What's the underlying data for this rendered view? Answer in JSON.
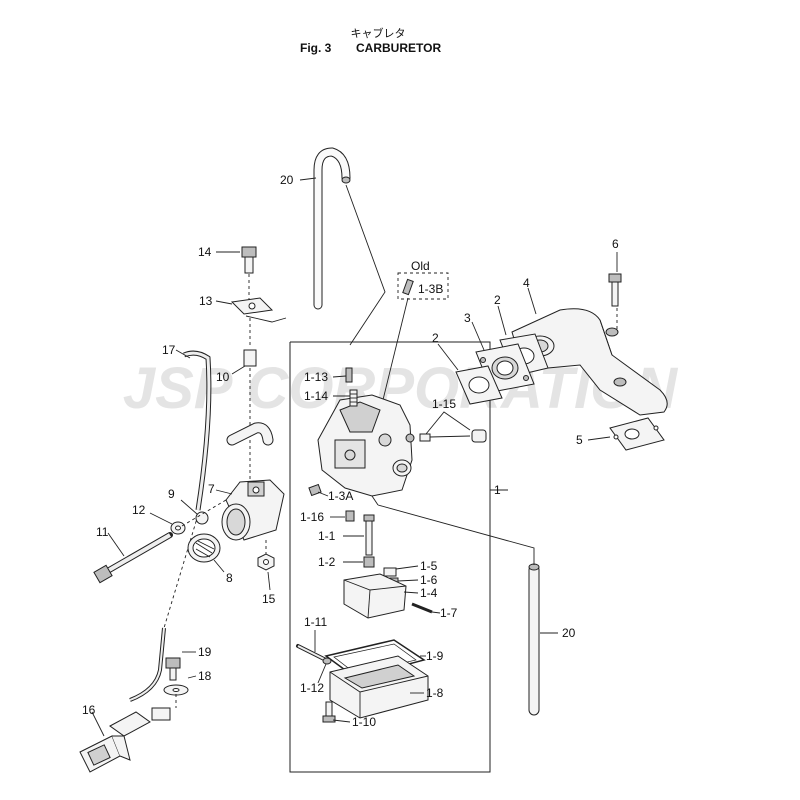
{
  "figure": {
    "title_jp": "キャブレタ",
    "fig_number": "Fig. 3",
    "title_en": "CARBURETOR"
  },
  "watermark": "JSP CORPORATION",
  "callouts": {
    "c1": "1",
    "c1_1": "1-1",
    "c1_2": "1-2",
    "c1_3a": "1-3A",
    "c1_3b": "1-3B",
    "c1_4": "1-4",
    "c1_5": "1-5",
    "c1_6": "1-6",
    "c1_7": "1-7",
    "c1_8": "1-8",
    "c1_9": "1-9",
    "c1_10": "1-10",
    "c1_11": "1-11",
    "c1_12": "1-12",
    "c1_13": "1-13",
    "c1_14": "1-14",
    "c1_15": "1-15",
    "c1_16": "1-16",
    "c2a": "2",
    "c2b": "2",
    "c3": "3",
    "c4": "4",
    "c5": "5",
    "c6": "6",
    "c7": "7",
    "c8": "8",
    "c9": "9",
    "c10": "10",
    "c11": "11",
    "c12": "12",
    "c13": "13",
    "c14": "14",
    "c15": "15",
    "c16": "16",
    "c17": "17",
    "c18": "18",
    "c19": "19",
    "c20a": "20",
    "c20b": "20",
    "old": "Old"
  }
}
